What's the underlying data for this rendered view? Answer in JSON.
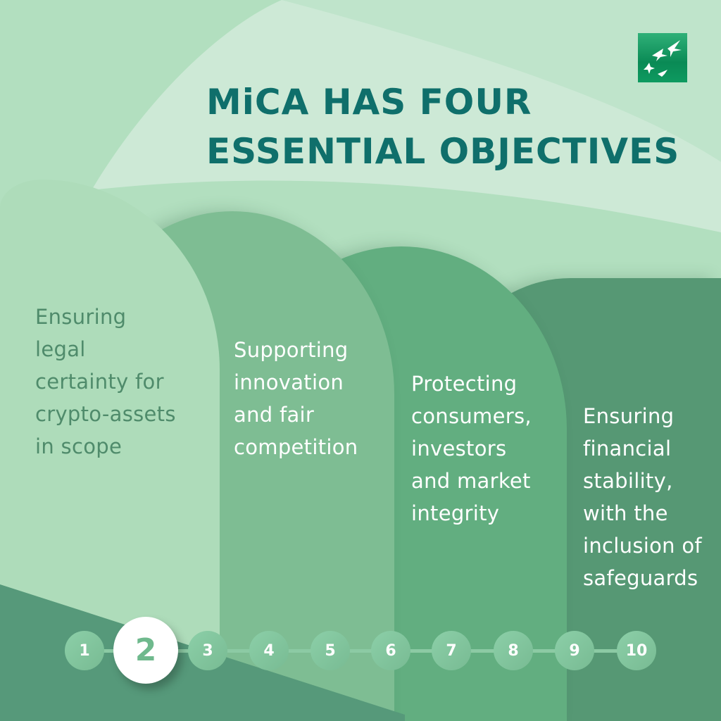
{
  "title": {
    "line1": "MiCA HAS FOUR",
    "line2": "ESSENTIAL OBJECTIVES"
  },
  "logo": {
    "icon": "stars-logo-icon",
    "color": "#0a8a55"
  },
  "objectives": [
    {
      "lines": [
        "Ensuring",
        "legal",
        "certainty for",
        "crypto-assets",
        "in scope"
      ]
    },
    {
      "lines": [
        "Supporting",
        "innovation",
        "and fair",
        "competition"
      ]
    },
    {
      "lines": [
        "Protecting",
        "consumers,",
        "investors",
        "and market",
        "integrity"
      ]
    },
    {
      "lines": [
        "Ensuring",
        "financial",
        "stability,",
        "with the",
        "inclusion of",
        "safeguards"
      ]
    }
  ],
  "pagination": {
    "pages": [
      "1",
      "2",
      "3",
      "4",
      "5",
      "6",
      "7",
      "8",
      "9",
      "10"
    ],
    "current": "2"
  },
  "colors": {
    "title": "#0f6f6b",
    "accent": "#62ae80"
  }
}
